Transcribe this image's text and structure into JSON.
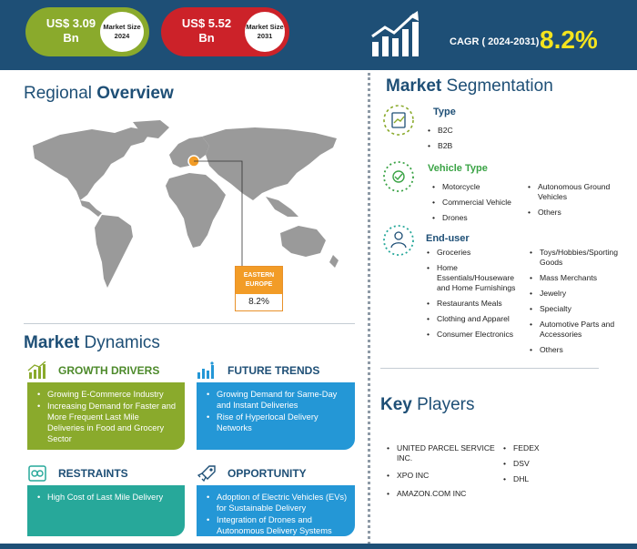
{
  "header": {
    "size_2024": {
      "value": "US$ 3.09",
      "unit": "Bn",
      "label": "Market Size 2024"
    },
    "size_2031": {
      "value": "US$ 5.52",
      "unit": "Bn",
      "label": "Market Size 2031"
    },
    "cagr_label": "CAGR ( 2024-2031)",
    "cagr_value": "8.2%"
  },
  "regional": {
    "title_plain": "Regional ",
    "title_bold": "Overview",
    "region_name": "EASTERN EUROPE",
    "region_value": "8.2%"
  },
  "dynamics": {
    "title_bold": "Market",
    "title_plain": " Dynamics",
    "growth_drivers": {
      "label": "GROWTH DRIVERS",
      "items": [
        "Growing E-Commerce Industry",
        "Increasing Demand for Faster and More Frequent Last Mile Deliveries in Food and Grocery Sector"
      ]
    },
    "future_trends": {
      "label": "FUTURE TRENDS",
      "items": [
        "Growing Demand for Same-Day and Instant Deliveries",
        "Rise of Hyperlocal Delivery Networks"
      ]
    },
    "restraints": {
      "label": "RESTRAINTS",
      "items": [
        "High Cost of Last Mile Delivery"
      ]
    },
    "opportunity": {
      "label": "OPPORTUNITY",
      "items": [
        "Adoption of Electric Vehicles (EVs) for Sustainable Delivery",
        "Integration of Drones and Autonomous Delivery Systems"
      ]
    }
  },
  "segmentation": {
    "title_bold": "Market",
    "title_plain": " Segmentation",
    "type": {
      "label": "Type",
      "items": [
        "B2C",
        "B2B"
      ]
    },
    "vehicle_type": {
      "label": "Vehicle Type",
      "col1": [
        "Motorcycle",
        "Commercial Vehicle",
        "Drones"
      ],
      "col2": [
        "Autonomous Ground Vehicles",
        "Others"
      ]
    },
    "end_user": {
      "label": "End-user",
      "col1": [
        "Groceries",
        "Home Essentials/Houseware and Home Furnishings",
        "Restaurants Meals",
        "Clothing and Apparel",
        "Consumer Electronics"
      ],
      "col2": [
        "Toys/Hobbies/Sporting Goods",
        "Mass Merchants",
        "Jewelry",
        "Specialty",
        "Automotive Parts and Accessories",
        "Others"
      ]
    }
  },
  "key_players": {
    "title_bold": "Key",
    "title_plain": " Players",
    "col1": [
      "UNITED PARCEL SERVICE INC.",
      "XPO INC",
      "AMAZON.COM INC"
    ],
    "col2": [
      "FEDEX",
      "DSV",
      "DHL"
    ]
  },
  "colors": {
    "navy": "#1e4f76",
    "green": "#8aaa2c",
    "red": "#cc2229",
    "blue": "#2497d6",
    "teal": "#27a89a",
    "orange": "#f29c27",
    "yellow": "#f4e41e"
  }
}
